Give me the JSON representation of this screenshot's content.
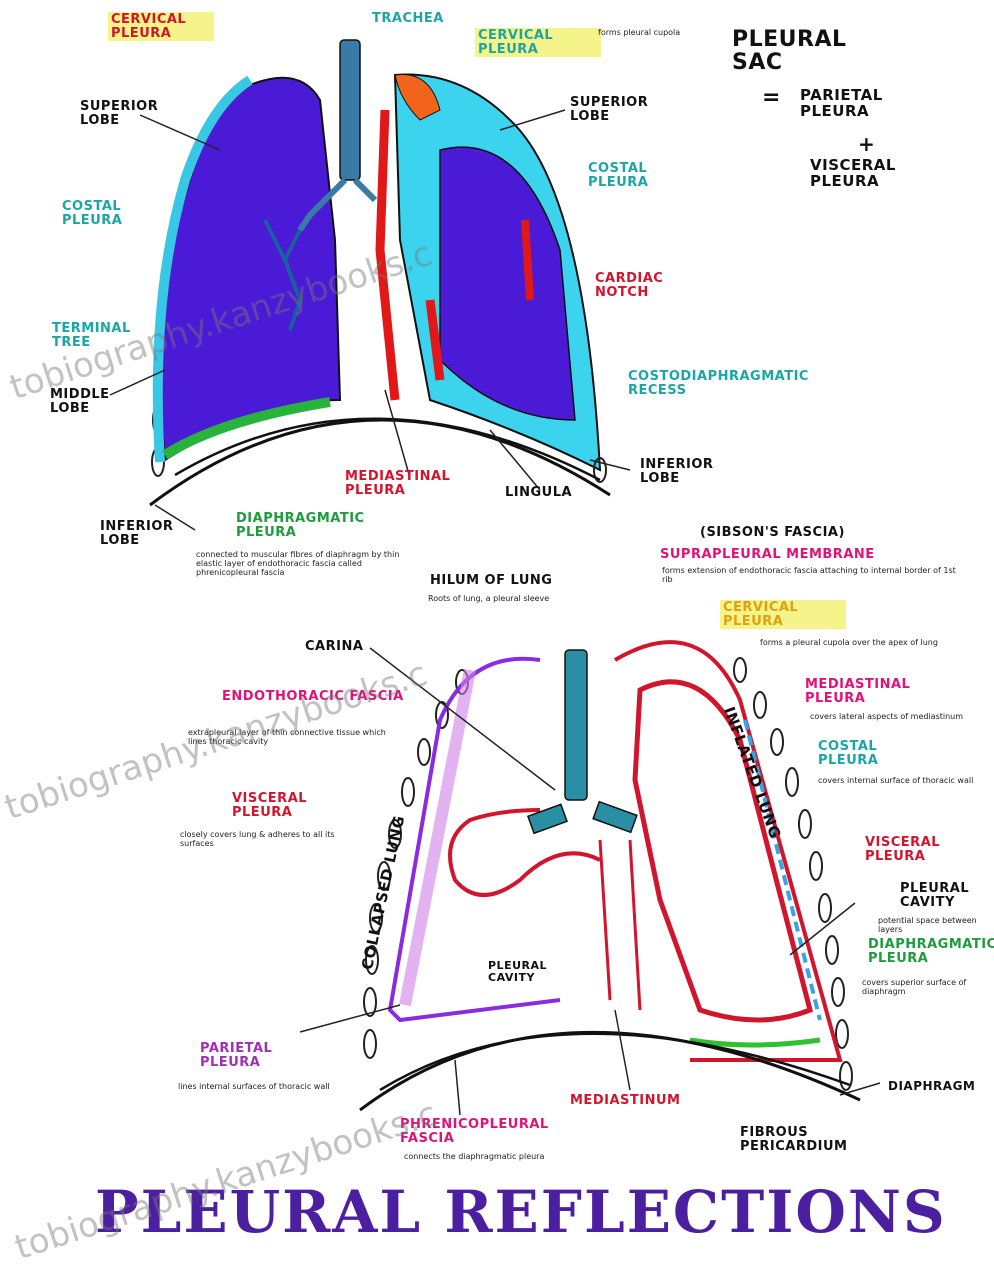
{
  "sac": {
    "title": "PLEURAL SAC",
    "eq": "=",
    "parietal": "PARIETAL PLEURA",
    "plus": "+",
    "visceral": "VISCERAL PLEURA"
  },
  "top": {
    "cervical_pleura": "CERVICAL PLEURA",
    "trachea": "TRACHEA",
    "cervical_pleura_r": "CERVICAL PLEURA",
    "forms_note": "forms pleural cupola",
    "superior_lobe_l": "SUPERIOR LOBE",
    "superior_lobe_r": "SUPERIOR LOBE",
    "costal_pleura_l": "COSTAL PLEURA",
    "costal_pleura_r": "COSTAL PLEURA",
    "cardiac_notch": "CARDIAC NOTCH",
    "terminal_tree": "TERMINAL TREE",
    "middle_lobe": "MIDDLE LOBE",
    "costodiaphragmatic": "COSTODIAPHRAGMATIC RECESS",
    "inferior_lobe_r": "INFERIOR LOBE",
    "mediastinal_pleura": "MEDIASTINAL PLEURA",
    "lingula": "LINGULA",
    "inferior_lobe_l": "INFERIOR LOBE",
    "diaphragmatic_pleura": "DIAPHRAGMATIC PLEURA",
    "diaphragmatic_note": "connected to muscular fibres of diaphragm by thin elastic layer of endothoracic fascia called phrenicopleural fascia"
  },
  "bottom": {
    "sibsons": "(SIBSON'S FASCIA)",
    "suprapleural": "SUPRAPLEURAL MEMBRANE",
    "suprapleural_note": "forms extension of endothoracic fascia attaching to internal border of 1st rib",
    "hilum": "HILUM OF LUNG",
    "hilum_note": "Roots of lung, a pleural sleeve",
    "cervical_pleura": "CERVICAL PLEURA",
    "cervical_note": "forms a pleural cupola over the apex of lung",
    "carina": "CARINA",
    "endothoracic": "ENDOTHORACIC FASCIA",
    "endothoracic_note": "extrapleural layer of thin connective tissue which lines thoracic cavity",
    "mediastinal_pleura": "MEDIASTINAL PLEURA",
    "mediastinal_note": "covers lateral aspects of mediastinum",
    "costal_pleura": "COSTAL PLEURA",
    "costal_note": "covers internal surface of thoracic wall",
    "visceral_l": "VISCERAL PLEURA",
    "visceral_l_note": "closely covers lung & adheres to all its surfaces",
    "visceral_r": "VISCERAL PLEURA",
    "pleural_cavity_r": "PLEURAL CAVITY",
    "pleural_cavity_note": "potential space between layers",
    "diaphragmatic": "DIAPHRAGMATIC PLEURA",
    "diaphragmatic_note": "covers superior surface of diaphragm",
    "collapsed": "COLLAPSED LUNG",
    "inflated": "INFLATED LUNG",
    "pleural_cavity_c": "PLEURAL CAVITY",
    "parietal": "PARIETAL PLEURA",
    "parietal_note": "lines internal surfaces of thoracic wall",
    "mediastinum": "MEDIASTINUM",
    "phrenicopleural": "PHRENICOPLEURAL FASCIA",
    "phrenicopleural_note": "connects the diaphragmatic pleura",
    "fibrous": "FIBROUS PERICARDIUM",
    "diaphragm": "DIAPHRAGM"
  },
  "title": "PLEURAL REFLECTIONS",
  "watermark": "tobiography.kanzybooks.c"
}
